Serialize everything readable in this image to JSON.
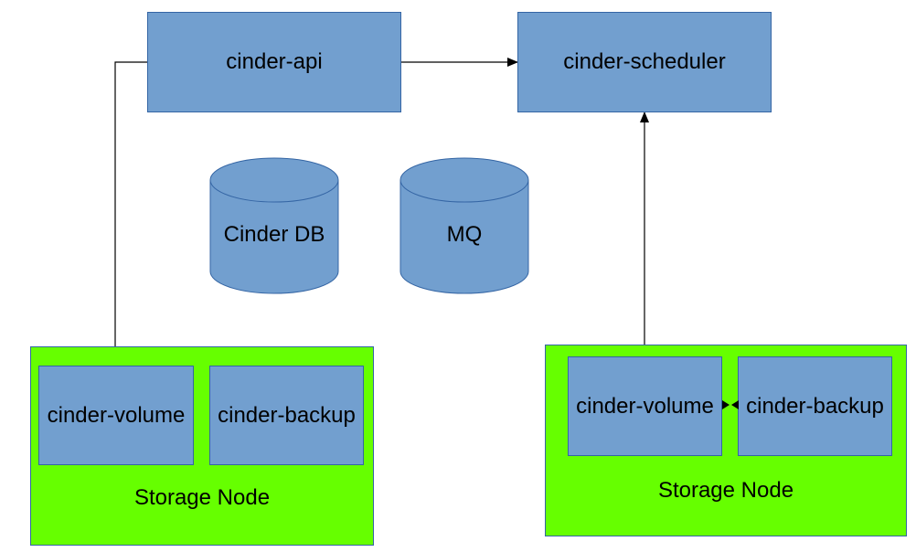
{
  "colors": {
    "service": "#729fcf",
    "border": "#3465a4",
    "node": "#66ff00"
  },
  "services": {
    "api": "cinder-api",
    "scheduler": "cinder-scheduler"
  },
  "stores": {
    "db": "Cinder DB",
    "mq": "MQ"
  },
  "nodes": [
    {
      "volume": "cinder-volume",
      "backup": "cinder-backup",
      "label": "Storage Node"
    },
    {
      "volume": "cinder-volume",
      "backup": "cinder-backup",
      "label": "Storage Node"
    }
  ]
}
